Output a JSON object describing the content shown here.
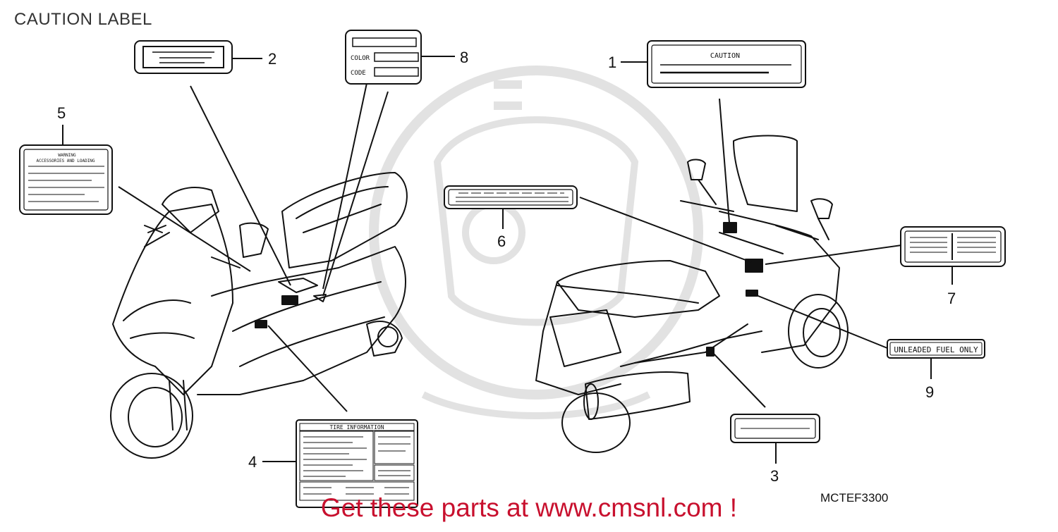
{
  "page": {
    "title": "CAUTION LABEL",
    "diagram_code": "MCTEF3300"
  },
  "promo": {
    "text": "Get these parts at www.cmsnl.com !"
  },
  "callouts": [
    "1",
    "2",
    "3",
    "4",
    "5",
    "6",
    "7",
    "8",
    "9"
  ],
  "labels": {
    "caution": "CAUTION",
    "color_field": "COLOR",
    "code_field": "CODE",
    "warning_title": "WARNING",
    "warning_subtitle": "ACCESSORIES AND LOADING",
    "tire_title": "TIRE INFORMATION",
    "fuel": "UNLEADED FUEL ONLY"
  },
  "colors": {
    "promo": "#c8102e",
    "watermark": "#e2e2e2",
    "line": "#111111"
  }
}
